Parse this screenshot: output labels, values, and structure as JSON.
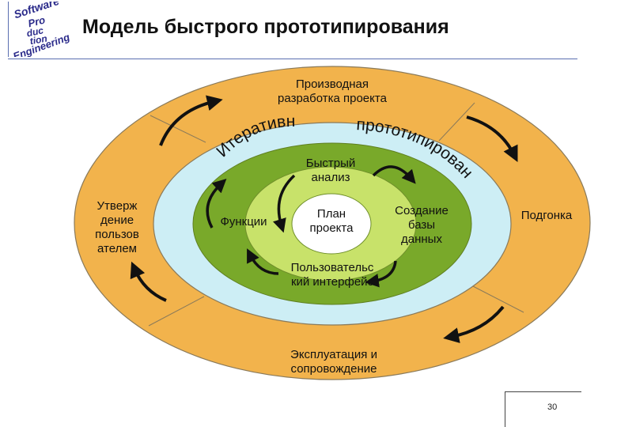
{
  "title": "Модель быстрого прототипирования",
  "logo": {
    "text": "Software Production Engineering"
  },
  "labels": {
    "outer_top": "Производная\nразработка проекта",
    "outer_left": "Утверж\nдение\nпользов\nателем",
    "outer_right": "Подгонка",
    "outer_bottom": "Эксплуатация и\nсопровождение",
    "iterative": "Итеративное",
    "prototyping": "прототипирование",
    "functions": "Функции",
    "quick_analysis": "Быстрый\nанализ",
    "project_plan": "План\nпроекта",
    "database": "Создание\nбазы\nданных",
    "user_interface": "Пользовательс\nкий интерфейс"
  },
  "page_number": "30",
  "colors": {
    "outer_ring": "#f2b34c",
    "middle_ring": "#cdeef5",
    "inner_ring": "#79a92a",
    "core": "#c8e26a",
    "center": "#ffffff",
    "outline": "#8a7a5a"
  }
}
